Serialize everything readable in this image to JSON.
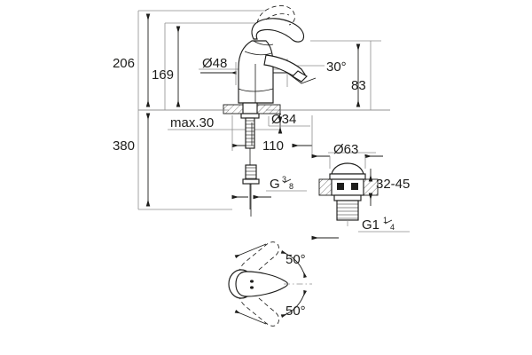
{
  "drawing": {
    "title": "Single-lever basin mixer dimensional drawing",
    "background_color": "#ffffff",
    "line_color": "#1d1d1b",
    "thin_line_color": "#8d8d8d",
    "units": "mm"
  },
  "dimensions": {
    "overall_height": "206",
    "spout_height": "169",
    "spout_reach_dia": "Ø48",
    "base_dia": "Ø34",
    "deck_thickness_max": "max.30",
    "height_below_deck": "380",
    "hose_offset": "110",
    "spout_projection": "83",
    "spout_angle": "30°",
    "drain_cap_dia": "Ø63",
    "drain_deck_range": "32-45",
    "supply_thread": {
      "letter": "G",
      "numerator": "3",
      "denominator": "8"
    },
    "drain_thread": {
      "letter": "G1",
      "numerator": "1",
      "denominator": "4"
    },
    "swivel_upper": "50°",
    "swivel_lower": "50°"
  },
  "views": {
    "front_elevation": "front-elevation-view",
    "supply_hose": "supply-hose-detail",
    "drain_assembly": "drain-assembly-detail",
    "top_swivel": "top-view-swivel-range"
  }
}
